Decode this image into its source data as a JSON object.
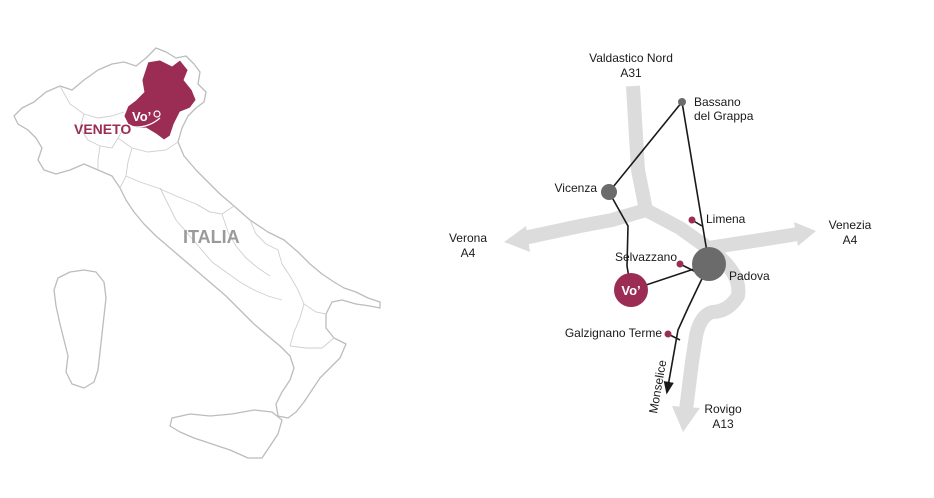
{
  "colors": {
    "accent": "#9b2d55",
    "node": "#6b6b6b",
    "road": "#dcdcdc",
    "outline": "#bcbcbc",
    "country_label": "#9a9a9a"
  },
  "italy_map": {
    "country_label": "ITALIA",
    "region_label": "VENETO",
    "town_mark": "Vo’"
  },
  "road_map": {
    "roads": {
      "north": {
        "line1": "Valdastico Nord",
        "line2": "A31"
      },
      "west": {
        "line1": "Verona",
        "line2": "A4"
      },
      "east": {
        "line1": "Venezia",
        "line2": "A4"
      },
      "south": {
        "line1": "Rovigo",
        "line2": "A13"
      }
    },
    "places": {
      "bassano": {
        "line1": "Bassano",
        "line2": "del Grappa"
      },
      "vicenza": "Vicenza",
      "limena": "Limena",
      "selvazzano": "Selvazzano",
      "padova": "Padova",
      "vo": "Vo’",
      "galzignano": "Galzignano Terme",
      "monselice": "Monselice"
    }
  }
}
